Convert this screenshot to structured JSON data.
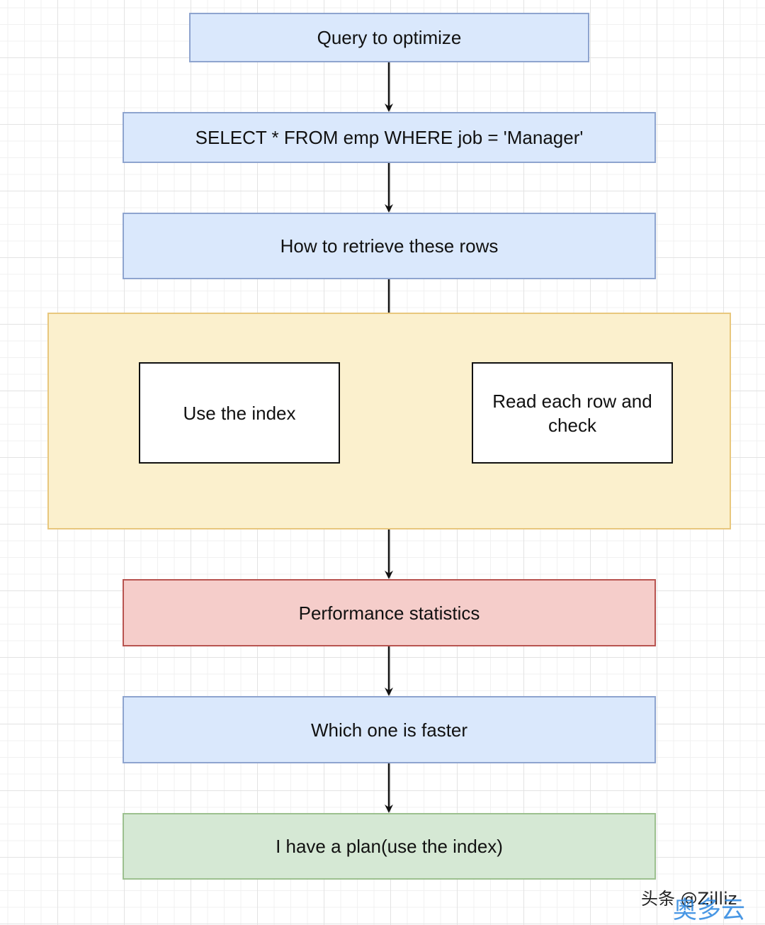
{
  "diagram": {
    "nodes": {
      "query": "Query to optimize",
      "sql": "SELECT * FROM emp WHERE job = 'Manager'",
      "retrieve": "How to retrieve these rows",
      "use_index": "Use the index",
      "read_each": "Read each row and check",
      "stats": "Performance statistics",
      "faster": "Which one is faster",
      "plan": "I have a plan(use the index)"
    }
  },
  "watermark": {
    "line1": "头条 @Zilliz",
    "line2": "奥多云"
  },
  "colors": {
    "blue_fill": "#dae8fc",
    "yellow_fill": "#fbf0cd",
    "red_fill": "#f5cdca",
    "green_fill": "#d5e8d4"
  }
}
